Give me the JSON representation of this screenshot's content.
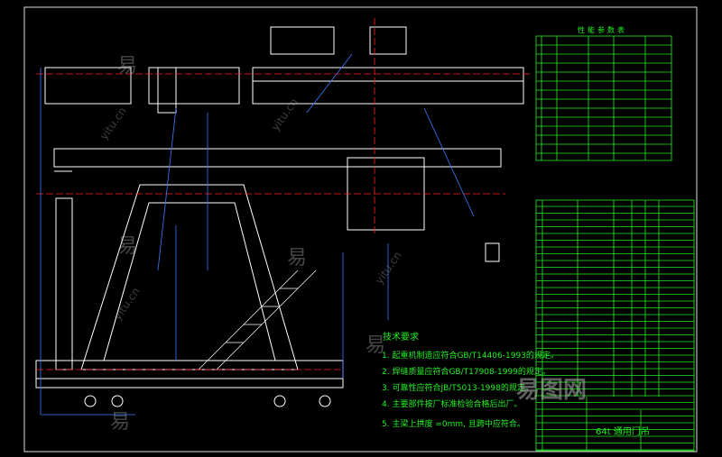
{
  "drawing": {
    "requirements_title": "技术要求",
    "requirements": [
      "1. 起重机制造应符合GB/T14406-1993的规定。",
      "2. 焊缝质量应符合GB/T17908-1999的规定。",
      "3. 可靠性应符合JB/T5013-1998的规定。",
      "4. 主要部件按厂标准检验合格后出厂。",
      "5. 主梁上拱度 =0mm, 且跨中应符合。"
    ],
    "params_table_title": "性能参数表",
    "title_block_name": "64t 通用门吊",
    "colors": {
      "background": "#000000",
      "table": "#22ee22",
      "structure": "#ffffff",
      "centerline": "#ff2020",
      "leader": "#3a7bff"
    }
  },
  "watermark": {
    "char": "易",
    "site": "yitu.cn",
    "logo": "易图网"
  }
}
